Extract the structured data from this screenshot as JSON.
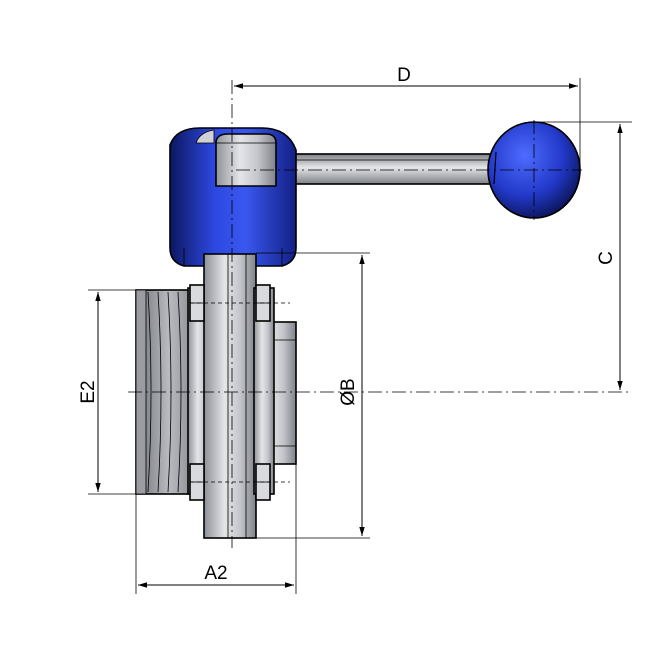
{
  "dimensions": {
    "d": "D",
    "c": "C",
    "b": "ØB",
    "e2": "E2",
    "a2": "A2"
  },
  "colors": {
    "handle_body": "#2a44d8",
    "handle_dark": "#101a66",
    "steel": "#c9cbd0",
    "steel_dark": "#8a8d93",
    "background": "#ffffff"
  }
}
